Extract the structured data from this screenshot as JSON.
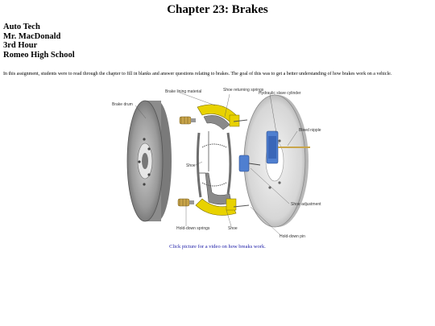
{
  "page": {
    "title": "Chapter 23: Brakes",
    "info_lines": [
      "Auto Tech",
      "Mr. MacDonald",
      "3rd Hour",
      "Romeo High School"
    ],
    "intro": "In this assignment, students were to read through the chapter to fill in blanks and answer questions relating to brakes. The goal of this was to get a better understanding of how brakes work on a vehicle.",
    "caption_link": "Click picture for a video on how breaks work."
  },
  "diagram": {
    "labels": {
      "brake_drum": "Brake drum",
      "brake_lining": "Brake lining material",
      "shoe_springs": "Shoe returning springs",
      "hydraulic_cylinder": "Hydraulic slave cylinder",
      "bleed_nipple": "Bleed nipple",
      "shoe_left": "Shoe",
      "shoe_adjustment": "Shoe adjustment",
      "hold_down_springs": "Hold-down springs",
      "shoe_bottom": "Shoe",
      "hold_down_pin": "Hold-down pin"
    },
    "colors": {
      "yellow": "#e8d200",
      "blue": "#4f7fd0",
      "gray": "#8a8a8a",
      "brass": "#c9a54a"
    }
  }
}
